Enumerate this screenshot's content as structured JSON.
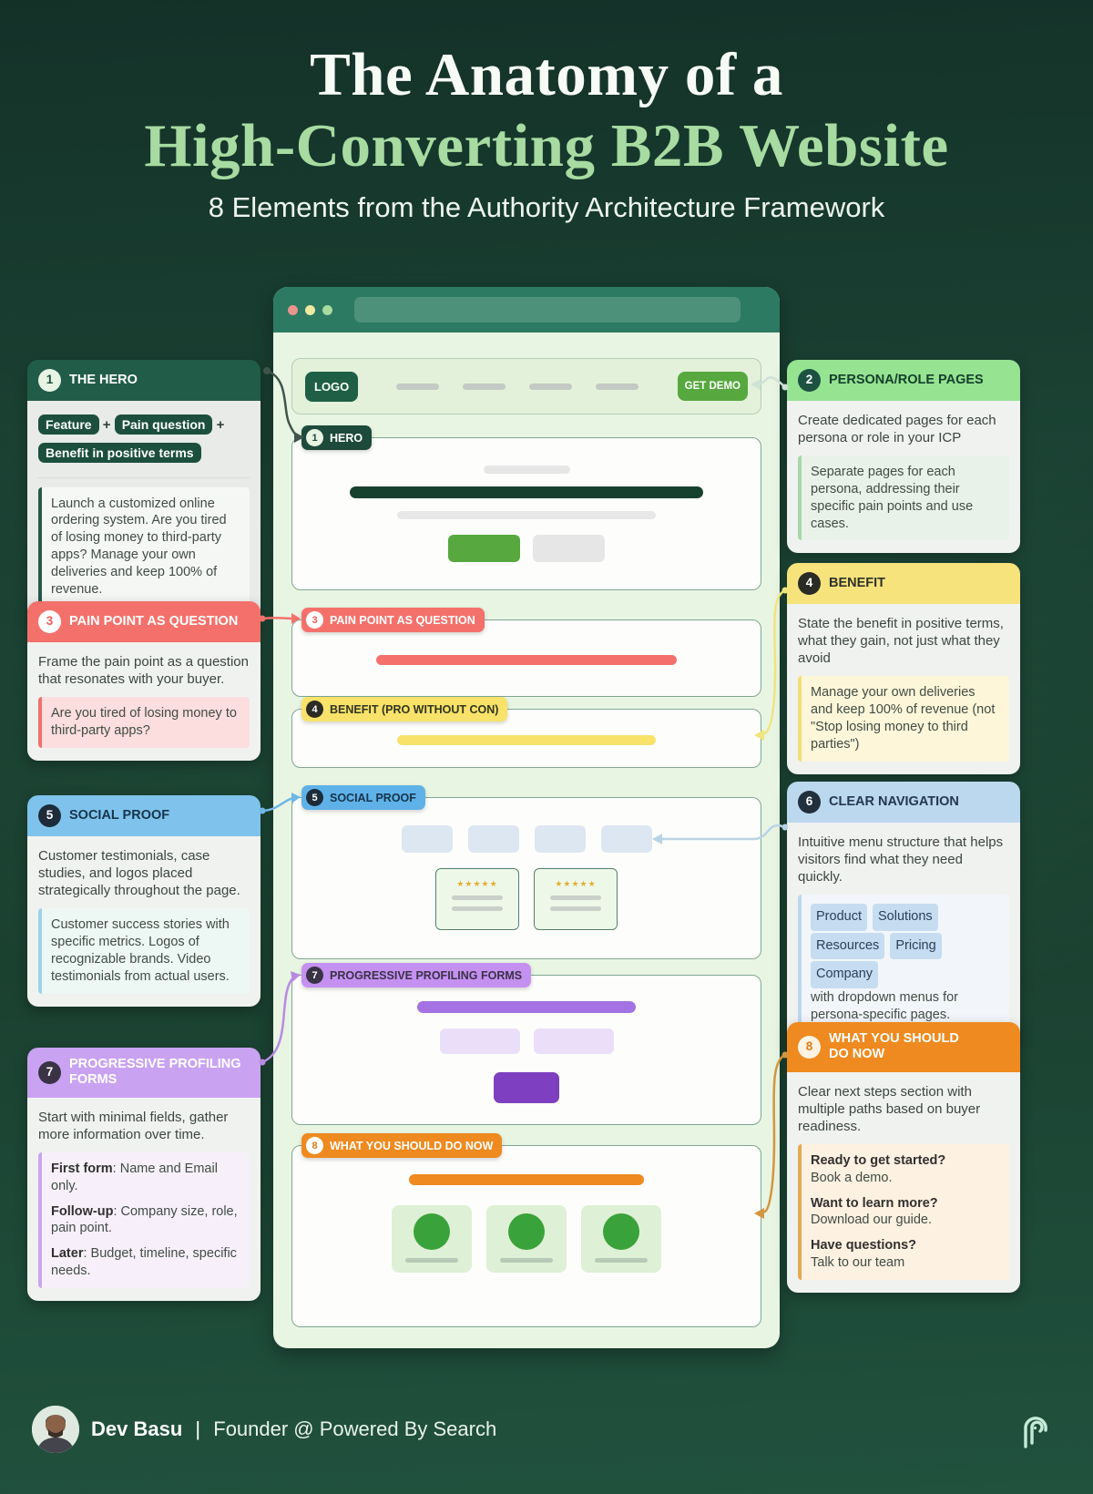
{
  "header": {
    "title_line1": "The Anatomy of a",
    "title_line2": "High-Converting B2B Website",
    "subtitle": "8 Elements from the Authority Architecture Framework"
  },
  "colors": {
    "background_top": "#143128",
    "background_bottom": "#2d7156",
    "title_accent_green": "#a7dba1",
    "hero_green": "#215c49",
    "pain_red": "#f4716b",
    "benefit_yellow": "#f8e269",
    "social_blue": "#5fb2e8",
    "forms_purple": "#c491f0",
    "persona_green": "#96e392",
    "nav_blue": "#bcd8ee",
    "cta_orange": "#ee8a1f",
    "button_green": "#56a83f"
  },
  "browser": {
    "logo_label": "LOGO",
    "cta_label": "GET DEMO",
    "stars": "★★★★★",
    "labels": {
      "hero": {
        "num": "1",
        "label": "HERO"
      },
      "pain": {
        "num": "3",
        "label": "PAIN POINT AS QUESTION"
      },
      "benefit": {
        "num": "4",
        "label": "BENEFIT (PRO WITHOUT CON)"
      },
      "social": {
        "num": "5",
        "label": "SOCIAL PROOF"
      },
      "forms": {
        "num": "7",
        "label": "PROGRESSIVE PROFILING FORMS"
      },
      "cta": {
        "num": "8",
        "label": "WHAT YOU SHOULD DO NOW"
      }
    }
  },
  "callouts": {
    "left": [
      {
        "num": "1",
        "header": "THE HERO",
        "plus": "+",
        "tags": [
          "Feature",
          "Pain question",
          "Benefit in positive terms"
        ],
        "quote": "Launch a customized online ordering system. Are you tired of losing money to third-party apps? Manage your own deliveries and keep 100% of revenue."
      },
      {
        "num": "3",
        "header": "PAIN POINT AS QUESTION",
        "body": "Frame the pain point as a question that resonates with your buyer.",
        "quote": "Are you tired of losing money to third-party apps?"
      },
      {
        "num": "5",
        "header": "SOCIAL PROOF",
        "body": "Customer testimonials, case studies, and logos placed strategically throughout the page.",
        "quote": "Customer success stories with specific metrics. Logos of recognizable brands. Video testimonials from actual users."
      },
      {
        "num": "7",
        "header": "PROGRESSIVE PROFILING FORMS",
        "body": "Start with minimal fields, gather more information over time.",
        "quote_lines": [
          {
            "label": "First form",
            "text": ": Name and Email only."
          },
          {
            "label": "Follow-up",
            "text": ": Company size, role, pain point."
          },
          {
            "label": "Later",
            "text": ": Budget, timeline, specific needs."
          }
        ]
      }
    ],
    "right": [
      {
        "num": "2",
        "header": "PERSONA/ROLE PAGES",
        "body": "Create dedicated pages for each persona or role in your ICP",
        "quote": "Separate pages for each persona, addressing their specific pain points and use cases."
      },
      {
        "num": "4",
        "header": "BENEFIT",
        "body": "State the benefit in positive terms, what they gain, not just what they avoid",
        "quote": "Manage your own deliveries and keep 100% of revenue (not \"Stop losing money to third parties\")"
      },
      {
        "num": "6",
        "header": "CLEAR NAVIGATION",
        "body": "Intuitive menu structure that helps visitors find what they need quickly.",
        "quote_pills": [
          "Product",
          "Solutions",
          "Resources",
          "Pricing",
          "Company"
        ],
        "quote_tail": "with dropdown menus for persona-specific pages."
      },
      {
        "num": "8",
        "header": "WHAT YOU SHOULD DO NOW",
        "body": "Clear next steps section with multiple paths based on buyer readiness.",
        "quote_lines": [
          {
            "label": "Ready to get started?",
            "text": "Book a demo."
          },
          {
            "label": "Want to learn more?",
            "text": "Download our guide."
          },
          {
            "label": "Have questions?",
            "text": "Talk to our team"
          }
        ]
      }
    ]
  },
  "footer": {
    "name": "Dev Basu",
    "separator": "|",
    "role": "Founder @ Powered By Search"
  }
}
